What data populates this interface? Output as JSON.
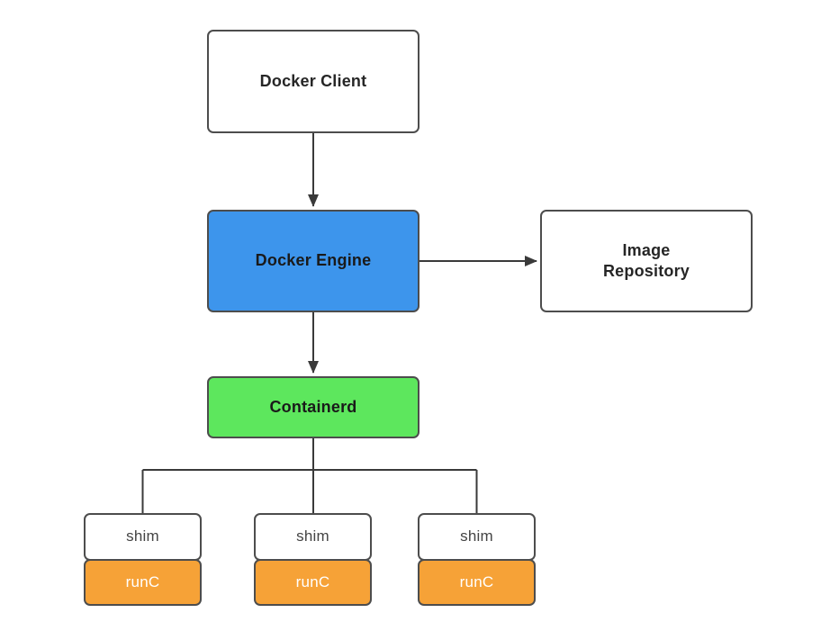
{
  "diagram": {
    "type": "flowchart",
    "nodes": [
      {
        "id": "docker-client",
        "label": "Docker Client",
        "fill": "#FFFFFF",
        "text_color": "#262626"
      },
      {
        "id": "docker-engine",
        "label": "Docker Engine",
        "fill": "#3D95EC",
        "text_color": "#1A1A1A"
      },
      {
        "id": "image-repository",
        "label": "Image Repository",
        "fill": "#FFFFFF",
        "text_color": "#262626"
      },
      {
        "id": "containerd",
        "label": "Containerd",
        "fill": "#5DE75D",
        "text_color": "#1A1A1A"
      },
      {
        "id": "shim-1",
        "label": "shim",
        "fill": "#FFFFFF",
        "text_color": "#444444"
      },
      {
        "id": "runc-1",
        "label": "runC",
        "fill": "#F6A237",
        "text_color": "#FFFFFF"
      },
      {
        "id": "shim-2",
        "label": "shim",
        "fill": "#FFFFFF",
        "text_color": "#444444"
      },
      {
        "id": "runc-2",
        "label": "runC",
        "fill": "#F6A237",
        "text_color": "#FFFFFF"
      },
      {
        "id": "shim-3",
        "label": "shim",
        "fill": "#FFFFFF",
        "text_color": "#444444"
      },
      {
        "id": "runc-3",
        "label": "runC",
        "fill": "#F6A237",
        "text_color": "#FFFFFF"
      }
    ],
    "edges": [
      {
        "from": "docker-client",
        "to": "docker-engine",
        "type": "arrow"
      },
      {
        "from": "docker-engine",
        "to": "image-repository",
        "type": "arrow"
      },
      {
        "from": "docker-engine",
        "to": "containerd",
        "type": "arrow"
      },
      {
        "from": "containerd",
        "to": "shim-1",
        "type": "elbow"
      },
      {
        "from": "containerd",
        "to": "shim-2",
        "type": "elbow"
      },
      {
        "from": "containerd",
        "to": "shim-3",
        "type": "elbow"
      }
    ],
    "colors": {
      "line": "#3A3A3A",
      "border": "#4D4D4D",
      "background": "#FFFFFF"
    }
  }
}
